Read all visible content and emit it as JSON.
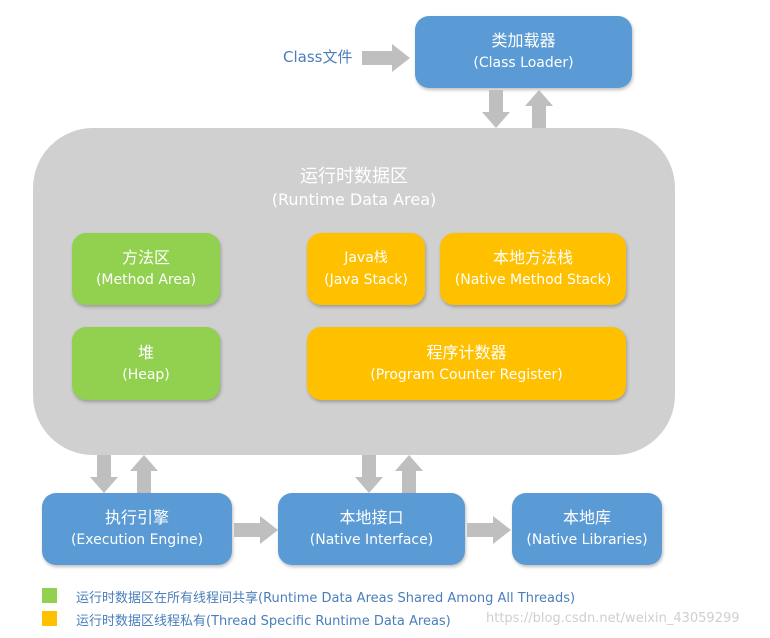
{
  "class_file_label": "Class文件",
  "class_loader": {
    "zh": "类加载器",
    "en": "(Class Loader)"
  },
  "runtime_area": {
    "zh": "运行时数据区",
    "en": "(Runtime Data Area)"
  },
  "method_area": {
    "zh": "方法区",
    "en": "(Method Area)"
  },
  "heap": {
    "zh": "堆",
    "en": "(Heap)"
  },
  "java_stack": {
    "zh": "Java栈",
    "en": "(Java Stack)"
  },
  "native_method_stack": {
    "zh": "本地方法栈",
    "en": "(Native Method Stack)"
  },
  "pc_register": {
    "zh": "程序计数器",
    "en": "(Program Counter Register)"
  },
  "execution_engine": {
    "zh": "执行引擎",
    "en": "(Execution Engine)"
  },
  "native_interface": {
    "zh": "本地接口",
    "en": "(Native Interface)"
  },
  "native_libraries": {
    "zh": "本地库",
    "en": "(Native Libraries)"
  },
  "legend": [
    {
      "label": "运行时数据区在所有线程间共享(Runtime Data Areas Shared Among All Threads)",
      "color": "#92d050"
    },
    {
      "label": "运行时数据区线程私有(Thread Specific Runtime Data Areas)",
      "color": "#ffc000"
    }
  ],
  "watermark": "https://blog.csdn.net/weixin_43059299",
  "colors": {
    "blue": "#5b9bd5",
    "green": "#92d050",
    "orange": "#ffc000",
    "gray": "#d0d0d0",
    "arrow": "#bfbfbf"
  }
}
